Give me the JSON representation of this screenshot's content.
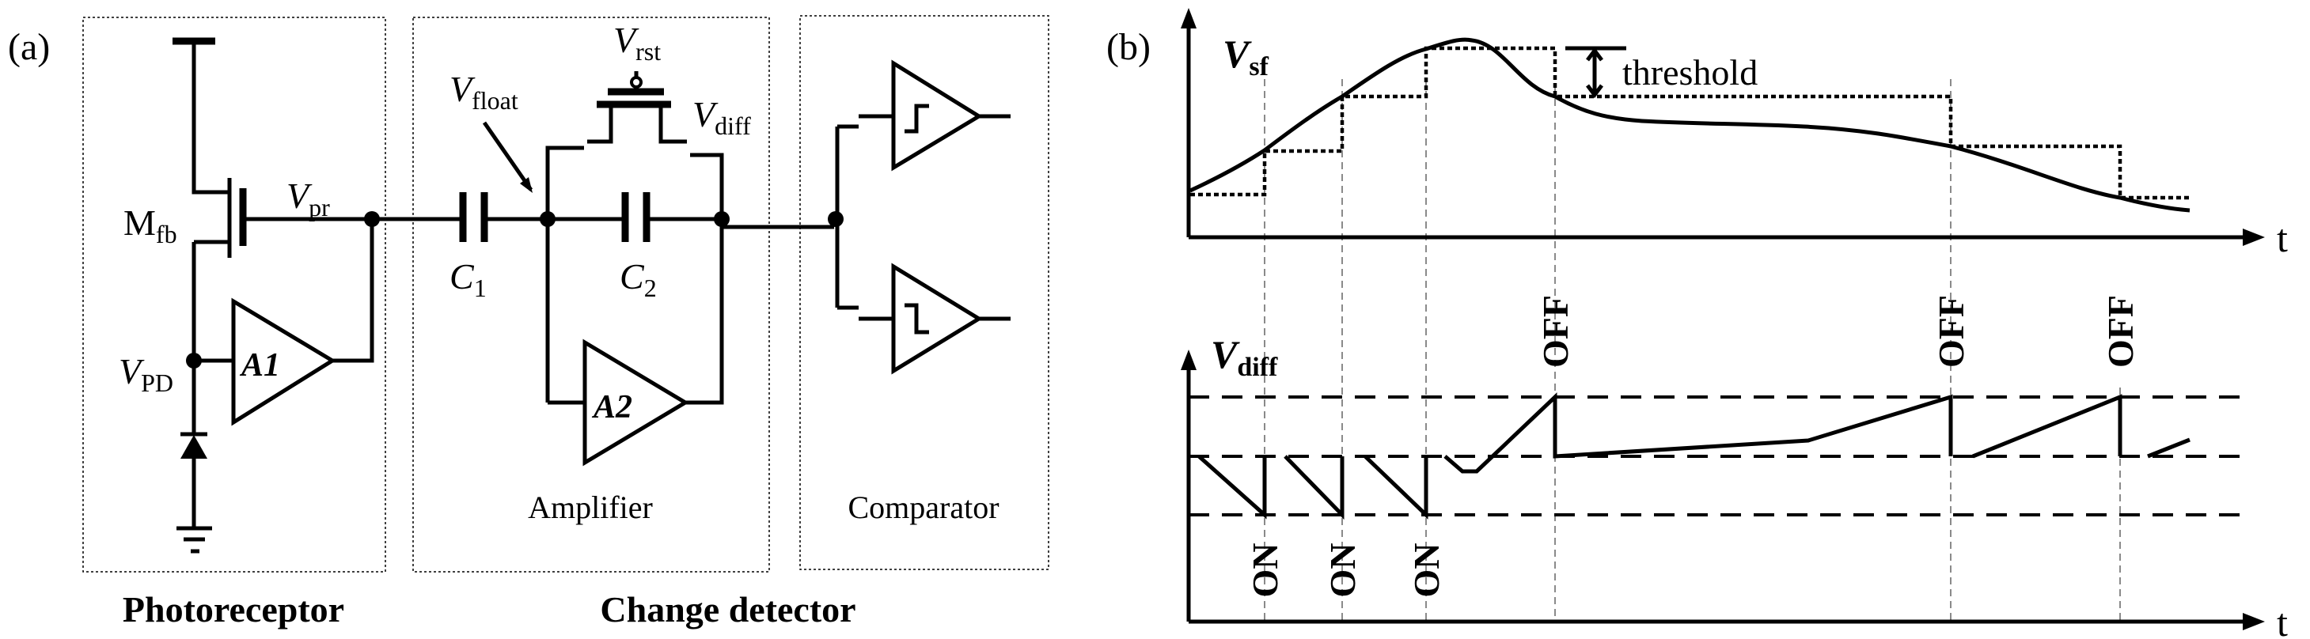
{
  "panel_a": {
    "tag": "(a)",
    "blocks": {
      "photoreceptor": "Photoreceptor",
      "change_detector": "Change detector",
      "amplifier": "Amplifier",
      "comparator": "Comparator"
    },
    "labels": {
      "mfb": {
        "main": "M",
        "sub": "fb"
      },
      "vpr": {
        "main": "V",
        "sub": "pr"
      },
      "vpd": {
        "main": "V",
        "sub": "PD"
      },
      "a1": "A1",
      "a2": "A2",
      "c1": {
        "main": "C",
        "sub": "1"
      },
      "c2": {
        "main": "C",
        "sub": "2"
      },
      "vfloat": {
        "main": "V",
        "sub": "float"
      },
      "vrst": {
        "main": "V",
        "sub": "rst"
      },
      "vdiff": {
        "main": "V",
        "sub": "diff"
      }
    }
  },
  "panel_b": {
    "tag": "(b)",
    "top": {
      "ylabel": {
        "main": "V",
        "sub": "sf"
      },
      "xlabel": "t",
      "threshold": "threshold"
    },
    "bottom": {
      "ylabel": {
        "main": "V",
        "sub": "diff"
      },
      "xlabel": "t"
    },
    "events": {
      "on": [
        "ON",
        "ON",
        "ON"
      ],
      "off": [
        "OFF",
        "OFF",
        "OFF"
      ]
    }
  }
}
